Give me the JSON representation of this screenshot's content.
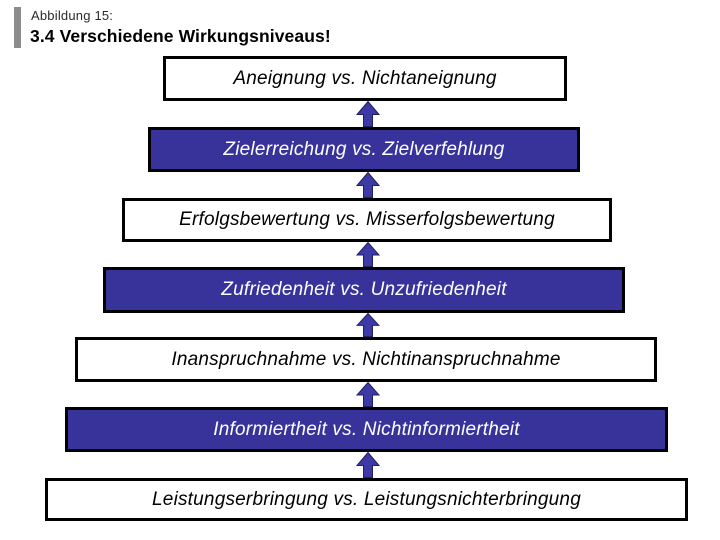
{
  "slide": {
    "figure_label": "Abbildung 15:",
    "title": "3.4 Verschiedene Wirkungsniveaus!"
  },
  "diagram": {
    "arrow_direction": "up",
    "arrow_count": 6,
    "boxes": [
      {
        "label": "Aneignung vs. Nichtaneignung",
        "filled": false
      },
      {
        "label": "Zielerreichung vs. Zielverfehlung",
        "filled": true
      },
      {
        "label": "Erfolgsbewertung vs. Misserfolgsbewertung",
        "filled": false
      },
      {
        "label": "Zufriedenheit vs. Unzufriedenheit",
        "filled": true
      },
      {
        "label": "Inanspruchnahme vs. Nichtinanspruchnahme",
        "filled": false
      },
      {
        "label": "Informiertheit vs. Nichtinformiertheit",
        "filled": true
      },
      {
        "label": "Leistungserbringung vs. Leistungsnichterbringung",
        "filled": false
      }
    ]
  },
  "colors": {
    "box_fill_blue": "#37339b",
    "arrow_blue": "#3d39a5",
    "box_border": "#000000",
    "accent_bar_gray": "#8c8c8c",
    "filled_box_text": "#ffffff"
  }
}
